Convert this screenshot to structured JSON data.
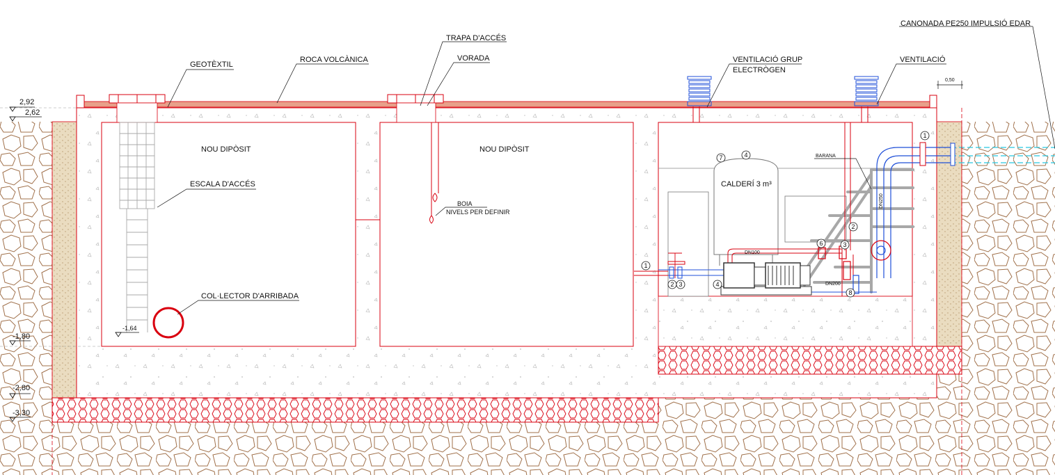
{
  "labels": {
    "geotextil": "GEOTÈXTIL",
    "roca_volcanica": "ROCA VOLCÀNICA",
    "trapa_acces": "TRAPA D'ACCÉS",
    "vorada": "VORADA",
    "ventilacio_grup_1": "VENTILACIÓ GRUP",
    "ventilacio_grup_2": "ELECTRÒGEN",
    "ventilacio": "VENTILACIÓ",
    "canonada": "CANONADA PE250 IMPULSIÓ EDAR",
    "nou_diposit_1": "NOU DIPÒSIT",
    "nou_diposit_2": "NOU DIPÒSIT",
    "escala_acces": "ESCALA D'ACCÉS",
    "collector_arribada": "COL·LECTOR D'ARRIBADA",
    "boia": "BOIA",
    "nivels_per_definir": "NIVELS PER DEFINIR",
    "calderi": "CALDERÍ 3 m³",
    "barana": "BARANA",
    "dn100": "DN100",
    "dn200": "DN200",
    "dn250": "DN250",
    "dim_050": "0,50"
  },
  "levels": {
    "l_292": "2,92",
    "l_262": "2,62",
    "l_180": "-1,80",
    "l_280": "-2,80",
    "l_330": "-3,30",
    "l_164": "-1,64"
  },
  "callouts": {
    "c1_right": "1",
    "c1_left": "1",
    "c2_left": "2",
    "c3_left": "3",
    "c4": "4",
    "c2_right": "2",
    "c3_right": "3",
    "c6": "6",
    "c7": "7",
    "c8": "8",
    "c_top": "4"
  },
  "colors": {
    "structure_red": "#d9000f",
    "rock_brown": "#a0704a",
    "surface_salmon": "#e8a08a",
    "pipe_blue": "#1f4fd8",
    "cyan_pipe": "#28c8e0",
    "steel_grey": "#a8a8a8",
    "gravel_tan": "#eadcc0"
  }
}
